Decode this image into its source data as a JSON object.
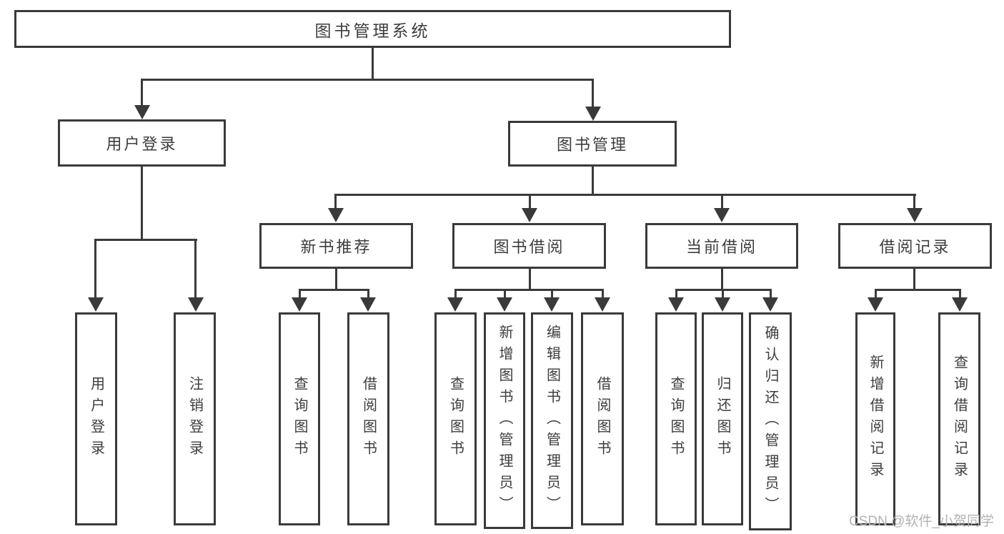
{
  "diagram": {
    "tree": {
      "label": "图书管理系统",
      "children": [
        {
          "label": "用户登录",
          "children": [
            {
              "label": "用户登录"
            },
            {
              "label": "注销登录"
            }
          ]
        },
        {
          "label": "图书管理",
          "children": [
            {
              "label": "新书推荐",
              "children": [
                {
                  "label": "查询图书"
                },
                {
                  "label": "借阅图书"
                }
              ]
            },
            {
              "label": "图书借阅",
              "children": [
                {
                  "label": "查询图书"
                },
                {
                  "label": "新增图书（管理员）"
                },
                {
                  "label": "编辑图书（管理员）"
                },
                {
                  "label": "借阅图书"
                }
              ]
            },
            {
              "label": "当前借阅",
              "children": [
                {
                  "label": "查询图书"
                },
                {
                  "label": "归还图书"
                },
                {
                  "label": "确认归还（管理员）"
                }
              ]
            },
            {
              "label": "借阅记录",
              "children": [
                {
                  "label": "新增借阅记录"
                },
                {
                  "label": "查询借阅记录"
                }
              ]
            }
          ]
        }
      ]
    }
  },
  "watermark": "CSDN @软件_小贺同学",
  "colors": {
    "line": "#3a3a3a",
    "text": "#3d3d3d",
    "box_background": "#ffffff",
    "watermark_text": "#b2b2b2",
    "background": "#ffffff"
  }
}
